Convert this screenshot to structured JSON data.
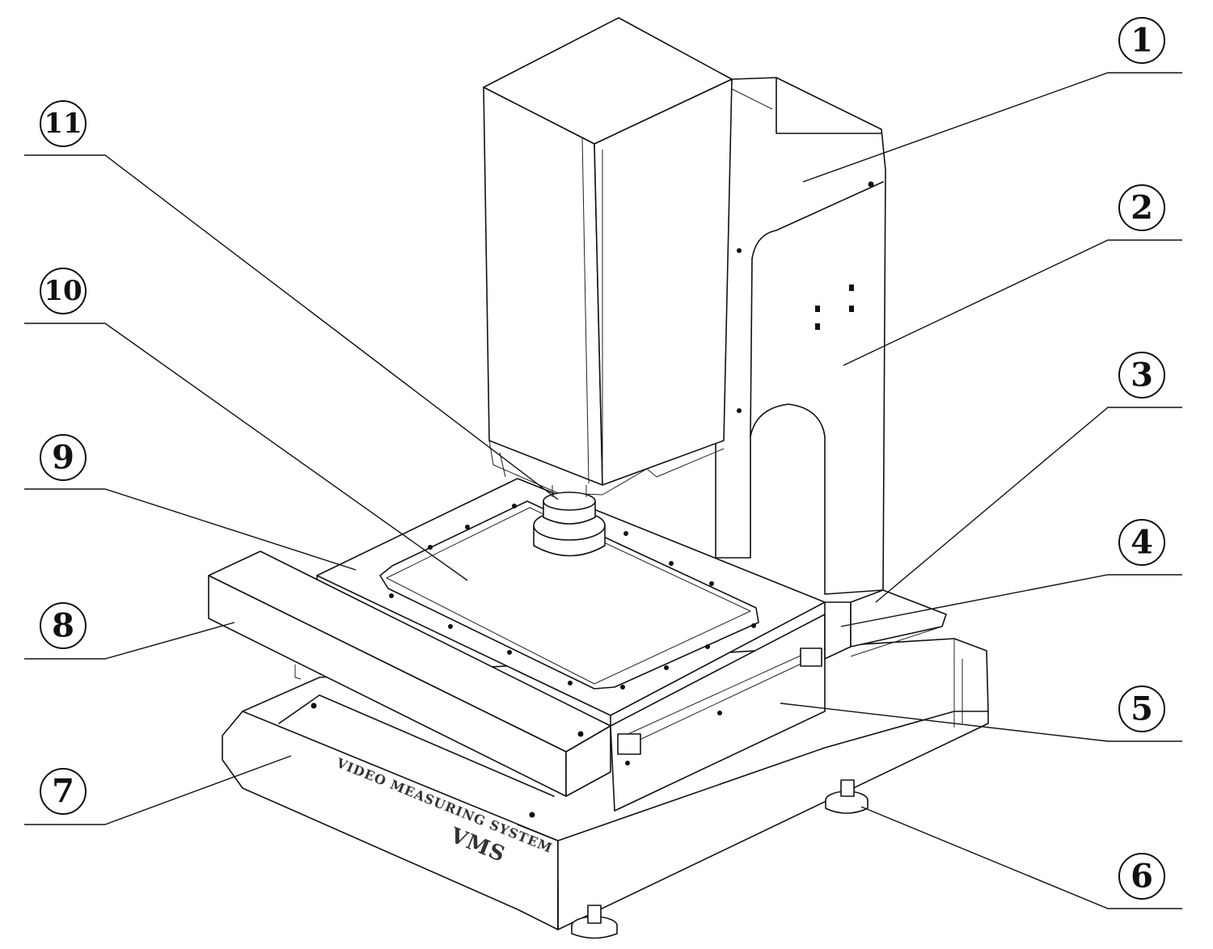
{
  "callouts": [
    {
      "id": "c1",
      "label": "1"
    },
    {
      "id": "c2",
      "label": "2"
    },
    {
      "id": "c3",
      "label": "3"
    },
    {
      "id": "c4",
      "label": "4"
    },
    {
      "id": "c5",
      "label": "5"
    },
    {
      "id": "c6",
      "label": "6"
    },
    {
      "id": "c7",
      "label": "7"
    },
    {
      "id": "c8",
      "label": "8"
    },
    {
      "id": "c9",
      "label": "9"
    },
    {
      "id": "c10",
      "label": "10"
    },
    {
      "id": "c11",
      "label": "11"
    }
  ],
  "base_nameplate": {
    "line1": "VIDEO MEASURING SYSTEM",
    "model": "VMS"
  },
  "colors": {
    "line": "#111111",
    "background": "#ffffff"
  }
}
